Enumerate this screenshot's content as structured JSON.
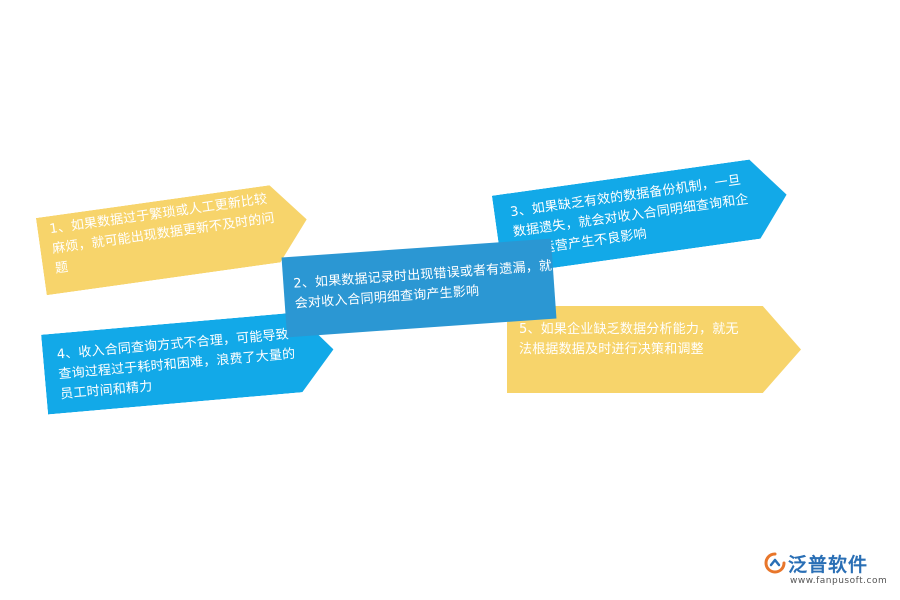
{
  "items": [
    {
      "id": 1,
      "text": "1、如果数据过于繁琐或人工更新比较麻烦，就可能出现数据更新不及时的问题",
      "color": "#f7d46b"
    },
    {
      "id": 2,
      "text": "2、如果数据记录时出现错误或者有遗漏，就会对收入合同明细查询产生影响",
      "color": "#2b97d3"
    },
    {
      "id": 3,
      "text": "3、如果缺乏有效的数据备份机制，一旦数据遗失，就会对收入合同明细查询和企业的运营产生不良影响",
      "color": "#12a9e8"
    },
    {
      "id": 4,
      "text": "4、收入合同查询方式不合理，可能导致查询过程过于耗时和困难，浪费了大量的员工时间和精力",
      "color": "#12a9e8"
    },
    {
      "id": 5,
      "text": "5、如果企业缺乏数据分析能力，就无法根据数据及时进行决策和调整",
      "color": "#f7d46b"
    }
  ],
  "logo": {
    "name": "泛普软件",
    "url": "www.fanpusoft.com",
    "icon": "fanpu-logo-icon",
    "brand_color": "#2a6fb5"
  }
}
